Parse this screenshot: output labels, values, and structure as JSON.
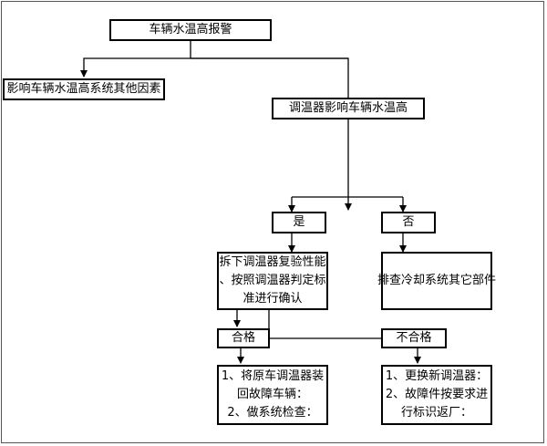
{
  "diagram": {
    "root": "车辆水温高报警",
    "other_factors": "影响车辆水温高系统其他因素",
    "thermostat_effect": "调温器影响车辆水温高",
    "yes": "是",
    "no": "否",
    "test_thermostat": [
      "拆下调温器复验性能",
      "、按照调温器判定标",
      "准进行确认"
    ],
    "check_cooling": "排查冷却系统其它部件",
    "qualified": "合格",
    "unqualified": "不合格",
    "qualified_action": [
      "1、将原车调温器装",
      "回故障车辆：",
      "2、做系统检查："
    ],
    "unqualified_action": [
      "1、更换新调温器：",
      "2、故障件按要求进",
      "行标识返厂："
    ]
  },
  "colors": {
    "line": "#000000",
    "frame": "#555555"
  }
}
